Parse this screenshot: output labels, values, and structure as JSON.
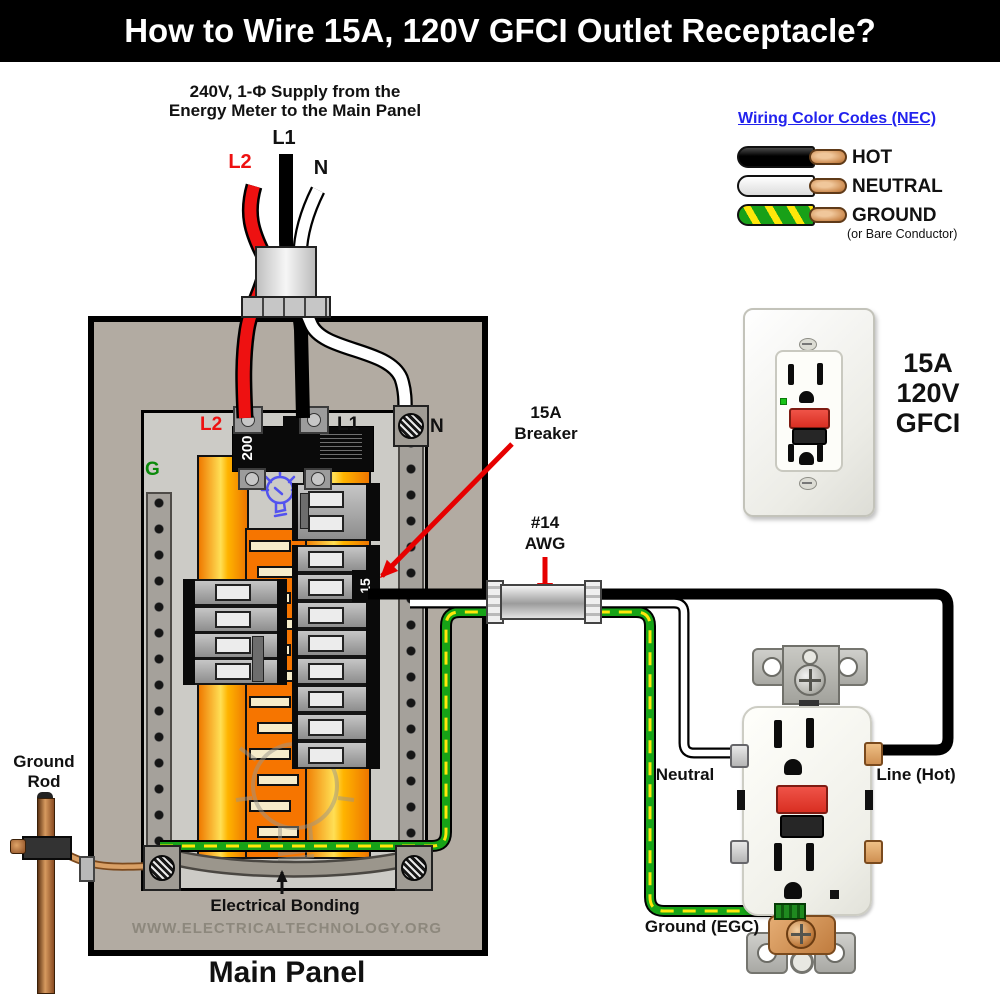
{
  "title": "How to Wire 15A, 120V GFCI Outlet Receptacle?",
  "supply_note": {
    "line1": "240V, 1-Φ Supply from the",
    "line2": "Energy Meter to the Main Panel"
  },
  "supply_conductors": {
    "l1": "L1",
    "l2": "L2",
    "n": "N"
  },
  "legend": {
    "title": "Wiring Color Codes (NEC)",
    "hot": "HOT",
    "neutral": "NEUTRAL",
    "ground": "GROUND",
    "ground_note": "(or Bare Conductor)"
  },
  "gfci_caption": {
    "amps": "15A",
    "volts": "120V",
    "type": "GFCI"
  },
  "panel": {
    "name": "Main Panel",
    "main_breaker_rating": "200",
    "branch_breaker_rating": "15",
    "l2": "L2",
    "l1": "L1",
    "n": "N",
    "g": "G",
    "bonding": "Electrical Bonding",
    "watermark": "WWW.ELECTRICALTECHNOLOGY.ORG"
  },
  "callouts": {
    "breaker_line1": "15A",
    "breaker_line2": "Breaker",
    "awg_line1": "#14",
    "awg_line2": "AWG",
    "neutral": "Neutral",
    "line_hot": "Line (Hot)",
    "ground_egc": "Ground (EGC)",
    "ground_rod_line1": "Ground",
    "ground_rod_line2": "Rod"
  },
  "colors": {
    "hot_black": "#000000",
    "neutral_white": "#ffffff",
    "ground_green": "#17a317",
    "ground_stripe_yellow": "#ffe70a",
    "l2_red": "#ee1111",
    "arrow_red": "#e60000",
    "link_blue": "#2222ee",
    "bus_orange": "#f67500",
    "panel_gray": "#b2aba2"
  }
}
